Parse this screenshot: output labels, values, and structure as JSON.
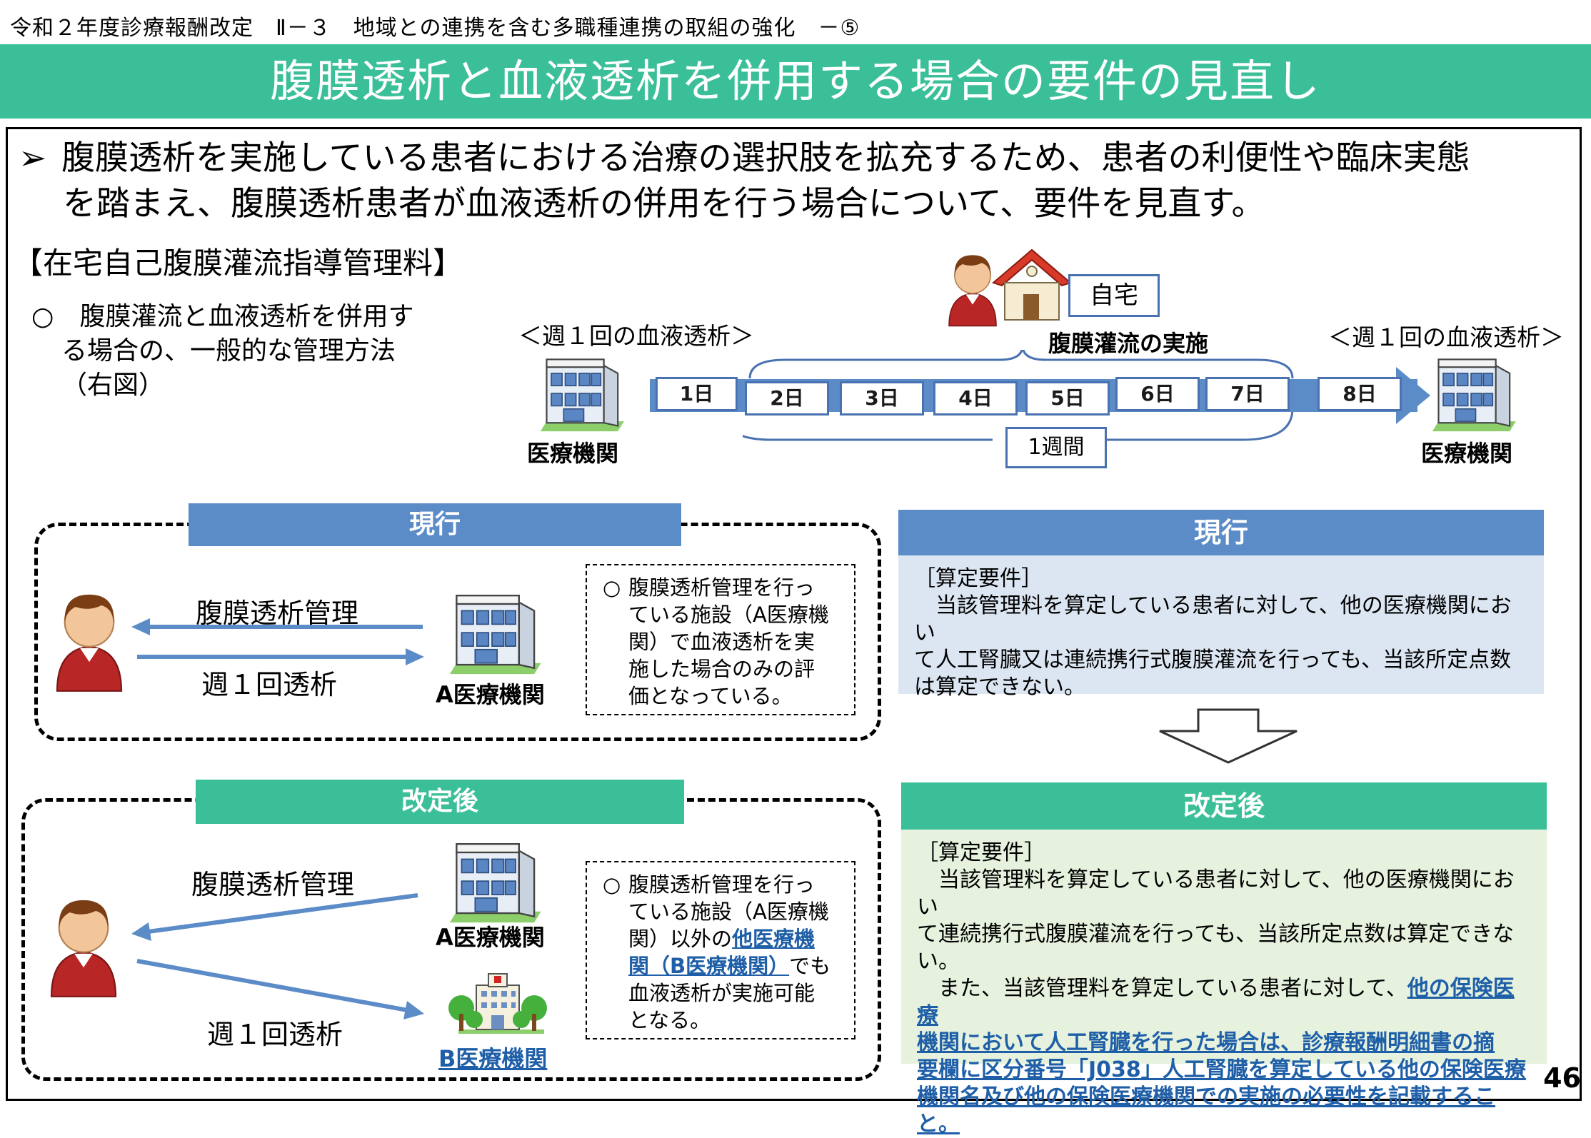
{
  "breadcrumb": "令和２年度診療報酬改定　Ⅱ－３　地域との連携を含む多職種連携の取組の強化　－⑤",
  "title": "腹膜透析と血液透析を併用する場合の要件の見直し",
  "summary": {
    "marker": "➢",
    "line1": "腹膜透析を実施している患者における治療の選択肢を拡充するため、患者の利便性や臨床実態",
    "line2": "を踏まえ、腹膜透析患者が血液透析の併用を行う場合について、要件を見直す。"
  },
  "section_label": "【在宅自己腹膜灌流指導管理料】",
  "method_note": {
    "marker": "○",
    "line1": "腹膜灌流と血液透析を併用す",
    "line2": "る場合の、一般的な管理方法",
    "line3": "（右図）"
  },
  "schedule": {
    "left_label": "＜週１回の血液透析＞",
    "right_label": "＜週１回の血液透析＞",
    "home_label": "自宅",
    "home_caption": "腹膜灌流の実施",
    "left_facility": "医療機関",
    "right_facility": "医療機関",
    "days": [
      "1日",
      "2日",
      "3日",
      "4日",
      "5日",
      "6日",
      "7日",
      "8日"
    ],
    "week_label": "1週間"
  },
  "current_left": {
    "header": "現行",
    "arrow_top": "腹膜透析管理",
    "arrow_bottom": "週１回透析",
    "facility": "A医療機関",
    "note_marker": "○",
    "note": [
      "腹膜透析管理を行っ",
      "ている施設（A医療機",
      "関）で血液透析を実",
      "施した場合のみの評",
      "価となっている。"
    ]
  },
  "revised_left": {
    "header": "改定後",
    "arrow_top": "腹膜透析管理",
    "arrow_bottom": "週１回透析",
    "facility_a": "A医療機関",
    "facility_b": "B医療機関",
    "note_marker": "○",
    "note_1": "腹膜透析管理を行っ",
    "note_2": "ている施設（A医療機",
    "note_3a": "関）以外の",
    "note_3b": "他医療機",
    "note_4a": "関（B医療機関）",
    "note_4b": "でも",
    "note_5": "血液透析が実施可能",
    "note_6": "となる。"
  },
  "current_right": {
    "header": "現行",
    "req_label": "［算定要件］",
    "lines": [
      "　当該管理料を算定している患者に対して、他の医療機関におい",
      "て人工腎臓又は連続携行式腹膜灌流を行っても、当該所定点数",
      "は算定できない。"
    ]
  },
  "revised_right": {
    "header": "改定後",
    "req_label": "［算定要件］",
    "lines": [
      "　当該管理料を算定している患者に対して、他の医療機関におい",
      "て連続携行式腹膜灌流を行っても、当該所定点数は算定できな",
      "い。"
    ],
    "line4_plain": "　また、当該管理料を算定している患者に対して、",
    "line4_link": "他の保険医療",
    "link_lines": [
      "機関において人工腎臓を行った場合は、診療報酬明細書の摘",
      "要欄に区分番号「J038」人工腎臓を算定している他の保険医療",
      "機関名及び他の保険医療機関での実施の必要性を記載すること。"
    ]
  },
  "page_number": "46",
  "colors": {
    "accent_green": "#3bbf99",
    "header_blue": "#5b8cc8",
    "panel_blue": "#dce6f2",
    "panel_green": "#e6f2de",
    "link": "#1f5fa8",
    "day_border": "#4a72b0"
  }
}
